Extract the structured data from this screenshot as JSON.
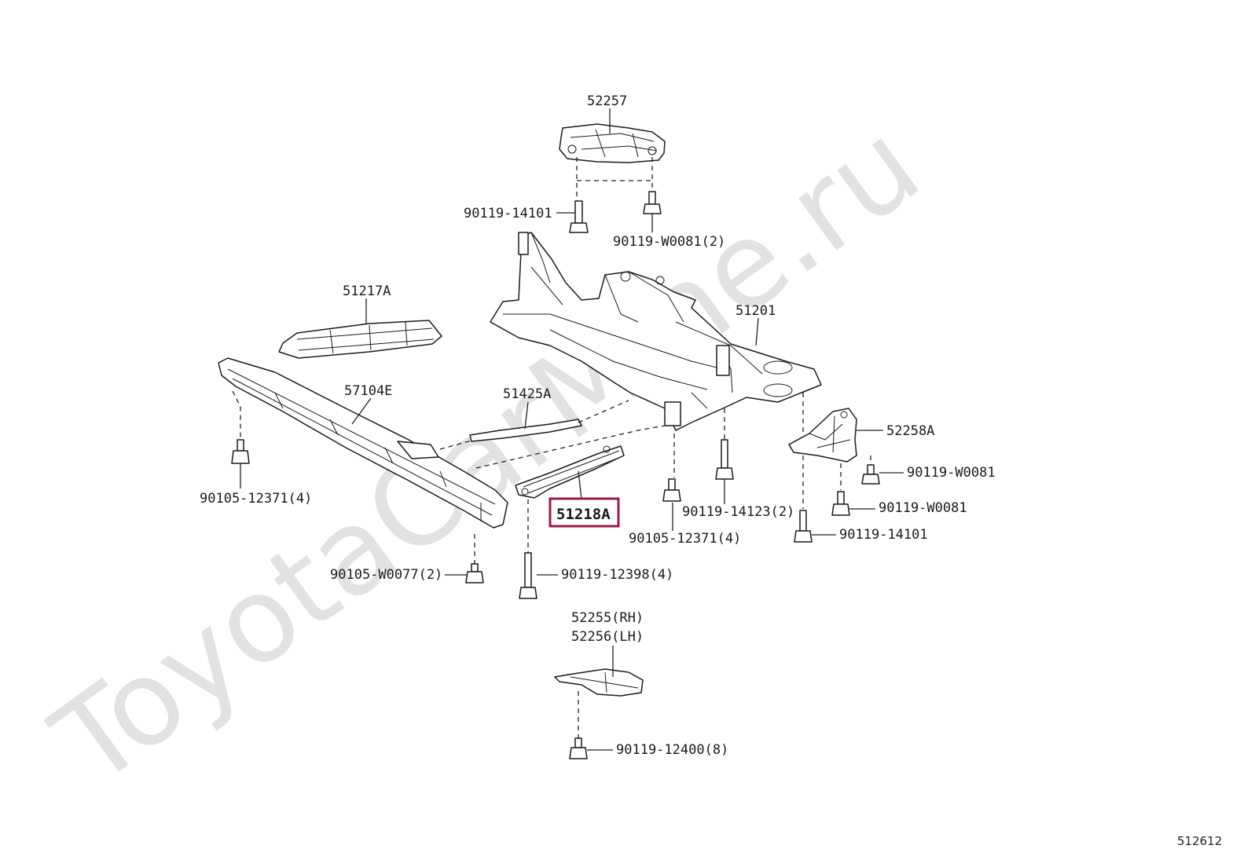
{
  "watermark": "ToyotaCarMine.ru",
  "diagram_ref": "512612",
  "highlighted_part": "51218A",
  "highlight_color": "#9b1b3f",
  "labels": {
    "p52257": "52257",
    "b90119_14101_top": "90119-14101",
    "b90119_W0081_2": "90119-W0081(2)",
    "p51217A": "51217A",
    "p51201": "51201",
    "p57104E": "57104E",
    "p51425A": "51425A",
    "p52258A": "52258A",
    "b90119_W0081_a": "90119-W0081",
    "b90119_W0081_b": "90119-W0081",
    "b90119_14101_right": "90119-14101",
    "b90105_12371_left": "90105-12371(4)",
    "p51218A": "51218A",
    "b90119_14123_2": "90119-14123(2)",
    "b90105_12371_mid": "90105-12371(4)",
    "b90105_W0077_2": "90105-W0077(2)",
    "b90119_12398_4": "90119-12398(4)",
    "p52255": "52255(RH)",
    "p52256": "52256(LH)",
    "b90119_12400_8": "90119-12400(8)"
  }
}
